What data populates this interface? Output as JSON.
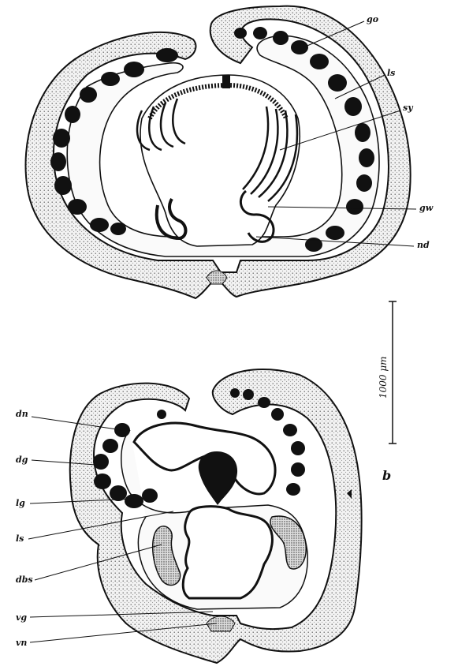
{
  "panel_a": {
    "labels": {
      "go": "go",
      "ls": "ls",
      "sy": "sy",
      "gw": "gw",
      "nd": "nd"
    }
  },
  "panel_b": {
    "letter": "b",
    "labels": {
      "dn": "dn",
      "dg": "dg",
      "lg": "lg",
      "ls": "ls",
      "dbs": "dbs",
      "vg": "vg",
      "vn": "vn"
    }
  },
  "scale_bar": {
    "label": "1000 μm"
  },
  "colors": {
    "ink": "#111111",
    "stipple": "#e6e6e6",
    "white": "#ffffff"
  }
}
